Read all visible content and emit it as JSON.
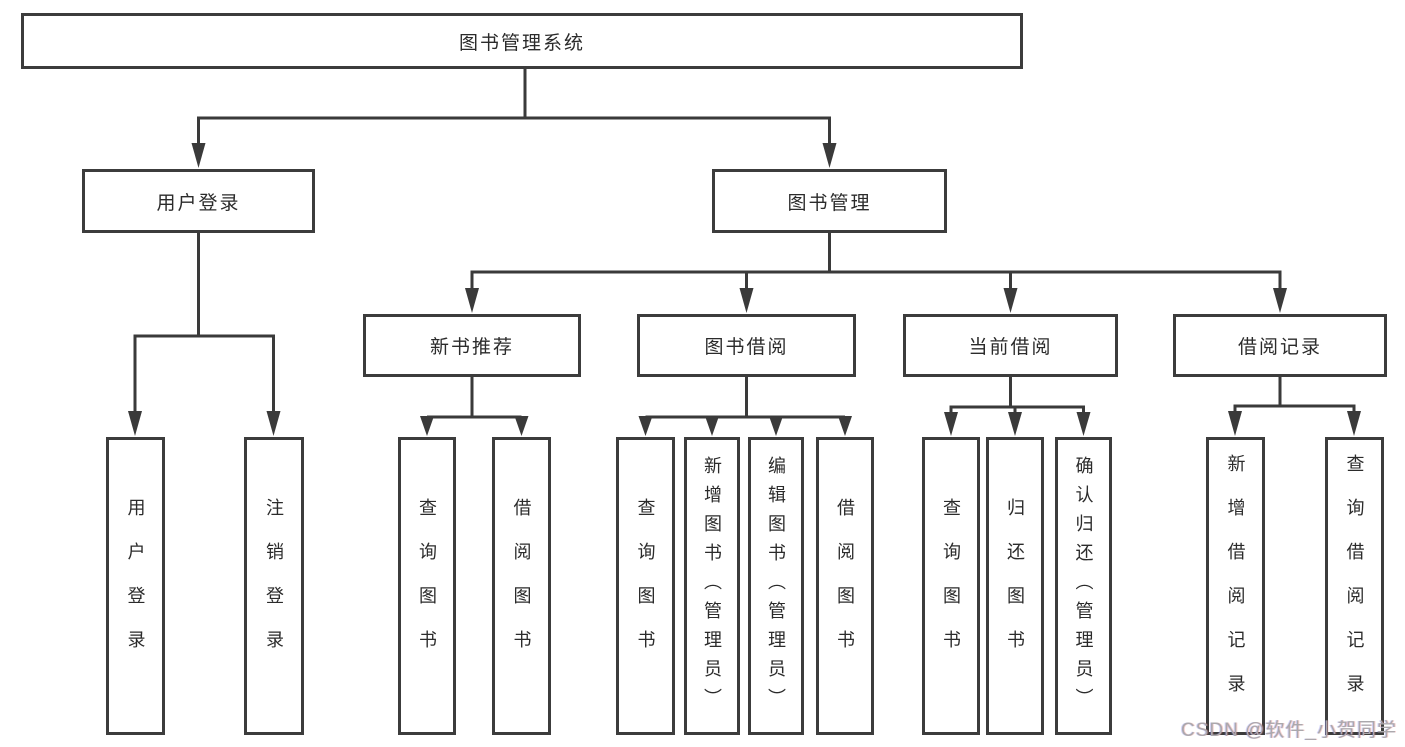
{
  "diagram": {
    "root": {
      "label": "图书管理系统"
    },
    "level2": [
      {
        "label": "用户登录"
      },
      {
        "label": "图书管理"
      }
    ],
    "level3": [
      {
        "label": "新书推荐"
      },
      {
        "label": "图书借阅"
      },
      {
        "label": "当前借阅"
      },
      {
        "label": "借阅记录"
      }
    ],
    "leaves": [
      {
        "label": "用户登录"
      },
      {
        "label": "注销登录"
      },
      {
        "label": "查询图书"
      },
      {
        "label": "借阅图书"
      },
      {
        "label": "查询图书"
      },
      {
        "label": "新增图书（管理员）"
      },
      {
        "label": "编辑图书（管理员）"
      },
      {
        "label": "借阅图书"
      },
      {
        "label": "查询图书"
      },
      {
        "label": "归还图书"
      },
      {
        "label": "确认归还（管理员）"
      },
      {
        "label": "新增借阅记录"
      },
      {
        "label": "查询借阅记录"
      }
    ]
  },
  "watermark": {
    "text": "CSDN @软件_小贺同学"
  },
  "colors": {
    "line": "#3a3a3a",
    "border": "#3c3c3c",
    "text": "#2b2b2b",
    "watermark": "#aba8ac",
    "background": "#ffffff"
  }
}
